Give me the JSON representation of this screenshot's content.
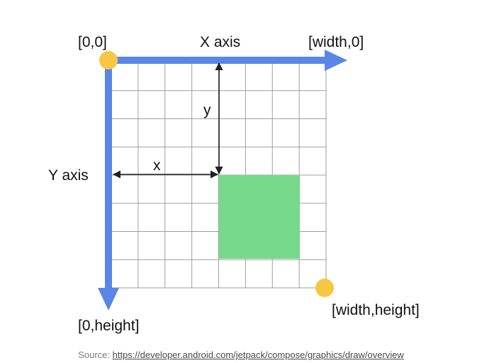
{
  "labels": {
    "origin": "[0,0]",
    "x_axis": "X axis",
    "width_zero": "[width,0]",
    "y_axis": "Y axis",
    "zero_height": "[0,height]",
    "width_height": "[width,height]",
    "x_offset": "x",
    "y_offset": "y"
  },
  "grid": {
    "columns": 8,
    "rows": 8
  },
  "colors": {
    "axis_blue": "#5a86e6",
    "corner_dot": "#f6c743",
    "shape_green": "#77d98b",
    "grid_line": "#9e9e9e",
    "measure_arrow": "#222222"
  },
  "source": {
    "prefix": "Source: ",
    "link_text": "https://developer.android.com/jetpack/compose/graphics/draw/overview"
  }
}
